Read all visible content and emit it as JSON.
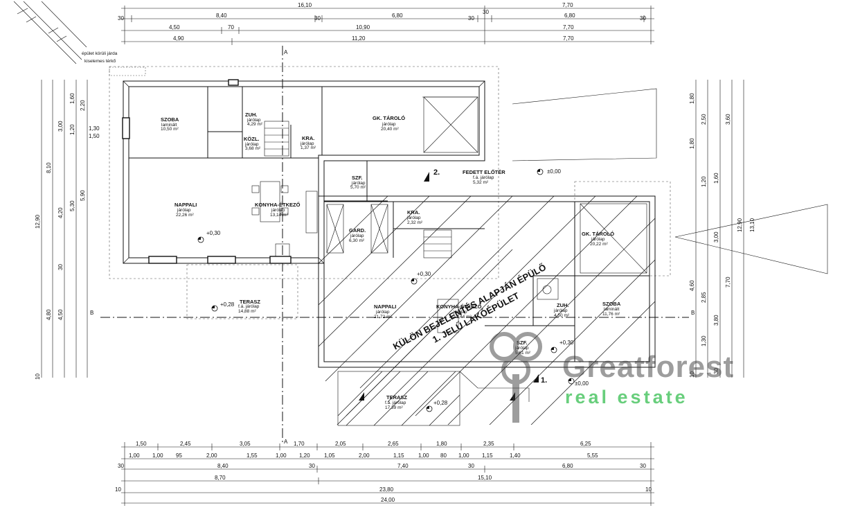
{
  "top_dims": {
    "row1": [
      "16,10",
      "7,70"
    ],
    "row2": [
      "30",
      "8,40",
      "30",
      "6,80",
      "30",
      "30",
      "6,80",
      "30"
    ],
    "row3": [
      "4,50",
      "70",
      "10,90",
      "7,70"
    ],
    "row4": [
      "4,90",
      "11,20",
      "7,70"
    ]
  },
  "bottom_dims": {
    "row1": [
      "1,50",
      "2,45",
      "3,05",
      "1,70",
      "2,05",
      "2,65",
      "1,80",
      "2,35",
      "6,25"
    ],
    "row2": [
      "1,00",
      "1,00",
      "95",
      "2,00",
      "1,55",
      "1,00",
      "1,20",
      "1,05",
      "2,00",
      "1,15",
      "1,00",
      "80",
      "1,00",
      "1,15",
      "1,40",
      "5,55"
    ],
    "row3": [
      "30",
      "8,40",
      "30",
      "7,40",
      "30",
      "6,80",
      "30"
    ],
    "row4": [
      "8,70",
      "15,10"
    ],
    "row5": [
      "10",
      "23,80",
      "10"
    ],
    "row6": [
      "24,00"
    ]
  },
  "left_dims": [
    "12,90",
    "8,10",
    "5,90",
    "5,30",
    "4,80",
    "4,50",
    "4,20",
    "3,00",
    "2,20",
    "1,60",
    "1,20",
    "1,30",
    "1,50",
    "30",
    "10"
  ],
  "right_dims": [
    "1,80",
    "2,50",
    "3,60",
    "1,60",
    "1,80",
    "1,20",
    "3,00",
    "13,10",
    "12,90",
    "7,70",
    "2,85",
    "4,60",
    "3,80",
    "1,30",
    "30",
    "10"
  ],
  "axes": {
    "a_top": "A",
    "a_bottom": "A",
    "b_left": "B",
    "b_right": "B"
  },
  "notes": {
    "walkway": "épület körüli járda",
    "paving": "kiselemes térkő"
  },
  "house1_rooms": [
    {
      "id": "szoba",
      "name": "SZOBA",
      "floor": "laminált",
      "area": "10,50 m²"
    },
    {
      "id": "zuh",
      "name": "ZUH.",
      "floor": "járólap",
      "area": "4,29 m²"
    },
    {
      "id": "kozl",
      "name": "KÖZL.",
      "floor": "járólap",
      "area": "3,68 m²"
    },
    {
      "id": "kra",
      "name": "KRA.",
      "floor": "járólap",
      "area": "1,37 m²"
    },
    {
      "id": "tarolo",
      "name": "GK. TÁROLÓ",
      "floor": "járólap",
      "area": "20,40 m²"
    },
    {
      "id": "nappali",
      "name": "NAPPALI",
      "floor": "járólap",
      "area": "22,26 m²"
    },
    {
      "id": "konyha",
      "name": "KONYHA-ÉTKEZŐ",
      "floor": "járólap",
      "area": "13,14 m²"
    },
    {
      "id": "szf",
      "name": "SZF.",
      "floor": "járólap",
      "area": "5,70 m²"
    },
    {
      "id": "gard",
      "name": "GARD.",
      "floor": "járólap",
      "area": "6,30 m²"
    },
    {
      "id": "terasz",
      "name": "TERASZ",
      "floor": "f.á. járólap",
      "area": "14,88 m²"
    },
    {
      "id": "fedett",
      "name": "FEDETT ELŐTÉR",
      "floor": "f.á. járólap",
      "area": "5,32 m²"
    }
  ],
  "house2_rooms": [
    {
      "id": "kra2",
      "name": "KRA.",
      "floor": "járólap",
      "area": "2,32 m²"
    },
    {
      "id": "tarolo2",
      "name": "GK. TÁROLÓ",
      "floor": "járólap",
      "area": "20,22 m²"
    },
    {
      "id": "nappali2",
      "name": "NAPPALI",
      "floor": "járólap",
      "area": "21,72 m²"
    },
    {
      "id": "konyha2",
      "name": "KONYHA-ÉTKEZŐ",
      "floor": "járólap",
      "area": "13,44 m²"
    },
    {
      "id": "zuh2",
      "name": "ZUH.",
      "floor": "járólap",
      "area": "4,50 m²"
    },
    {
      "id": "szoba2",
      "name": "SZOBA",
      "floor": "laminált",
      "area": "11,76 m²"
    },
    {
      "id": "szf2",
      "name": "SZF.",
      "floor": "járólap",
      "area": "5,61 m²"
    },
    {
      "id": "terasz2",
      "name": "TERASZ",
      "floor": "f.á. járólap",
      "area": "17,39 m²"
    }
  ],
  "levels": [
    "±0,00",
    "+0,30",
    "+0,28",
    "+0,30",
    "+0,28",
    "+0,30",
    "±0,00"
  ],
  "unit_labels": {
    "unit2": "2.",
    "unit1": "1."
  },
  "diagonal_text": {
    "line1": "KÜLÖN BEJELENTÉS ALAPJÁN ÉPÜLŐ",
    "line2": "1. JELŰ LAKÓÉPÜLET"
  },
  "watermark": {
    "brand": "Greatforest",
    "tagline": "real estate"
  },
  "colors": {
    "line": "#111111",
    "watermark_gray": "#3a3a3a",
    "watermark_green": "#58c96e"
  }
}
